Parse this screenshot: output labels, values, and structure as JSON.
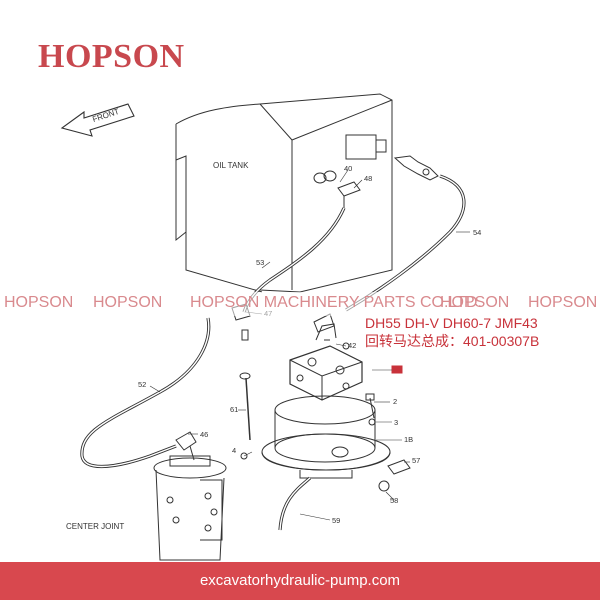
{
  "brand": {
    "logo": "HOPSON",
    "accent_color": "#c8484e"
  },
  "watermark": {
    "items": [
      "HOPSON",
      "HOPSON",
      "HOPSON MACHINERY PARTS CO.LTD.",
      "HOPSON",
      "HOPSON"
    ]
  },
  "product": {
    "models": "DH55 DH-V DH60-7 JMF43",
    "part_line": "回转马达总成：401-00307B"
  },
  "diagram": {
    "front_label": "FRONT",
    "oil_tank_label": "OIL TANK",
    "center_joint_label": "CENTER JOINT",
    "callouts": [
      "40",
      "48",
      "53",
      "54",
      "47",
      "42",
      "52",
      "61",
      "46",
      "2",
      "3",
      "4",
      "1B",
      "57",
      "58",
      "59"
    ]
  },
  "footer": {
    "url": "excavatorhydraulic-pump.com"
  }
}
